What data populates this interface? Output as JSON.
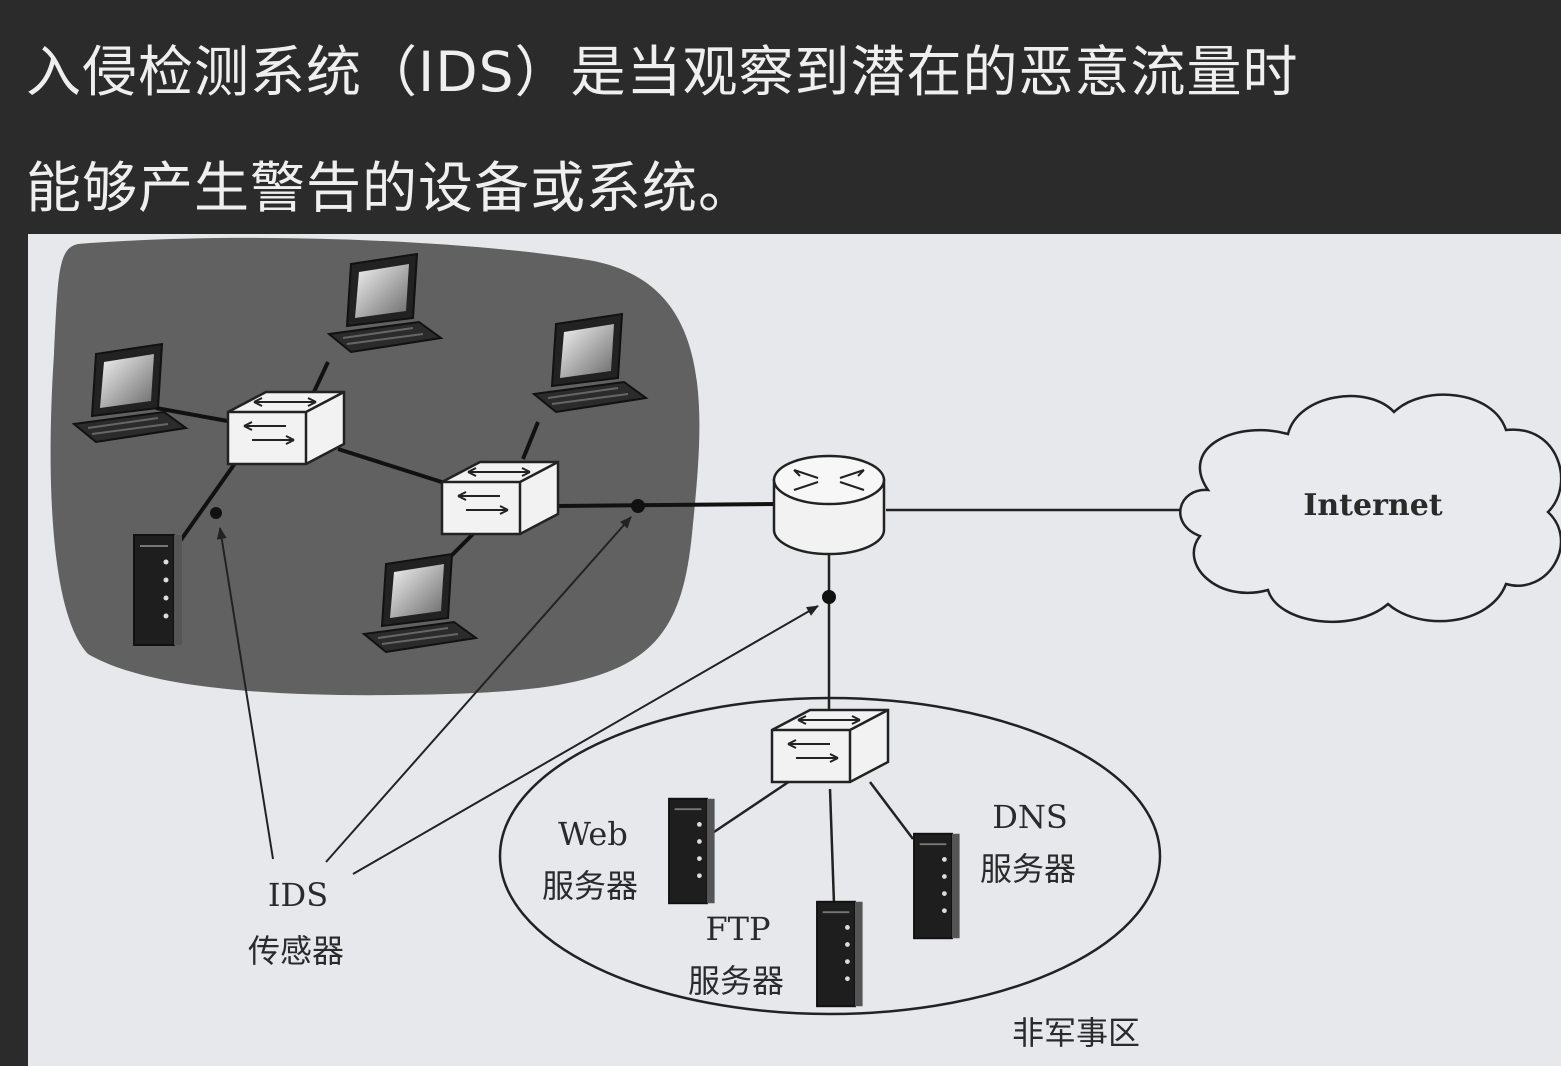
{
  "slide": {
    "title_line1": "入侵检测系统（IDS）是当观察到潜在的恶意流量时",
    "title_line2": "能够产生警告的设备或系统。"
  },
  "diagram": {
    "internet_label": "Internet",
    "ids_label": "IDS",
    "ids_sensor_label": "传感器",
    "web_label": "Web",
    "web_server_label": "服务器",
    "dns_label": "DNS",
    "dns_server_label": "服务器",
    "ftp_label": "FTP",
    "ftp_server_label": "服务器",
    "dmz_label": "非军事区"
  }
}
